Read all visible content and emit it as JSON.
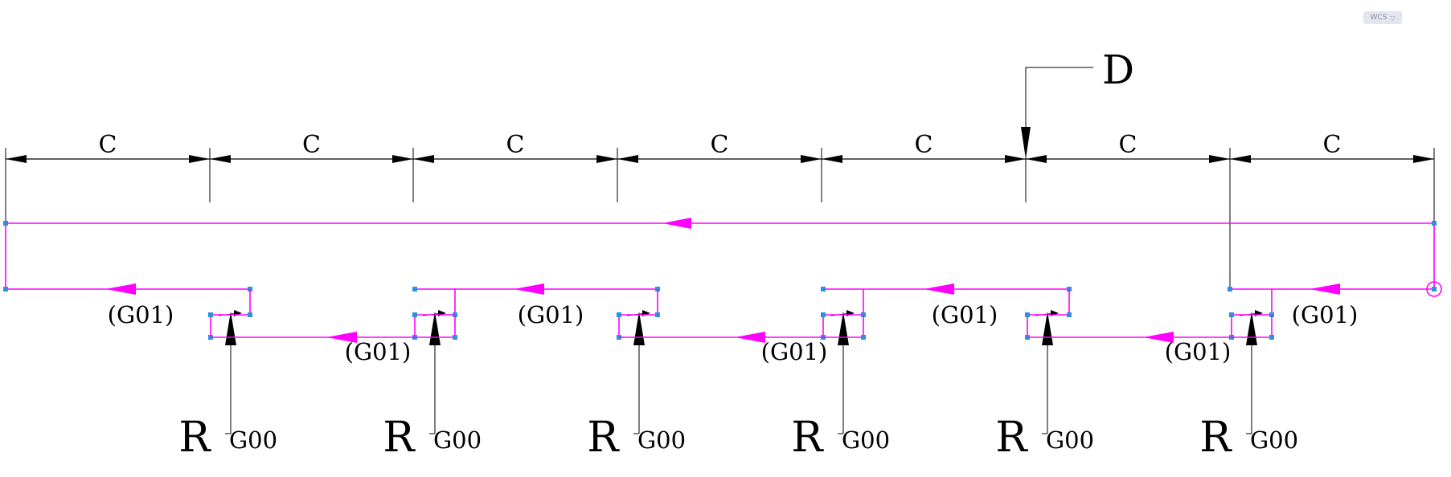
{
  "dimension_label": "C",
  "marker_label": "D",
  "rapid_label": "R",
  "g00_label": "G00",
  "g01_label": "(G01)",
  "wcs": {
    "label": "WCS",
    "caret": "chevron-down-icon"
  },
  "colors": {
    "path": "#ff00ff",
    "annotation": "#000000",
    "grip": "#2f8fe0"
  }
}
